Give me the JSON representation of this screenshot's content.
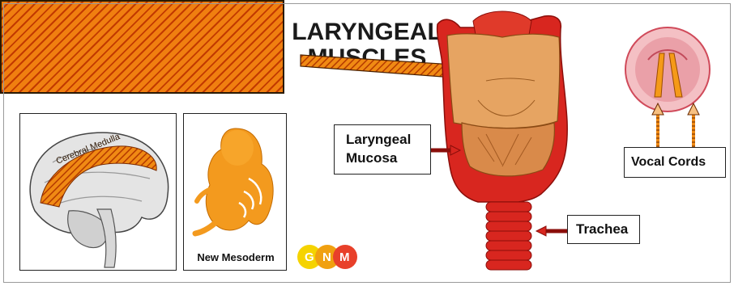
{
  "title": {
    "line1": "LARYNGEAL",
    "line2": "MUSCLES"
  },
  "labels": {
    "cerebral_medulla": "Cerebral Medulla",
    "new_mesoderm": "New Mesoderm",
    "laryngeal_mucosa_line1": "Laryngeal",
    "laryngeal_mucosa_line2": "Mucosa",
    "trachea": "Trachea",
    "vocal_cords": "Vocal Cords"
  },
  "logo": {
    "letters": [
      "G",
      "N",
      "M"
    ],
    "colors": [
      "#f5d300",
      "#f0a010",
      "#e8402a"
    ]
  },
  "colors": {
    "accent_orange": "#f08a14",
    "stripe_dark": "#c23a00",
    "organ_red": "#d8261f",
    "cartilage_tan": "#e0a060"
  }
}
